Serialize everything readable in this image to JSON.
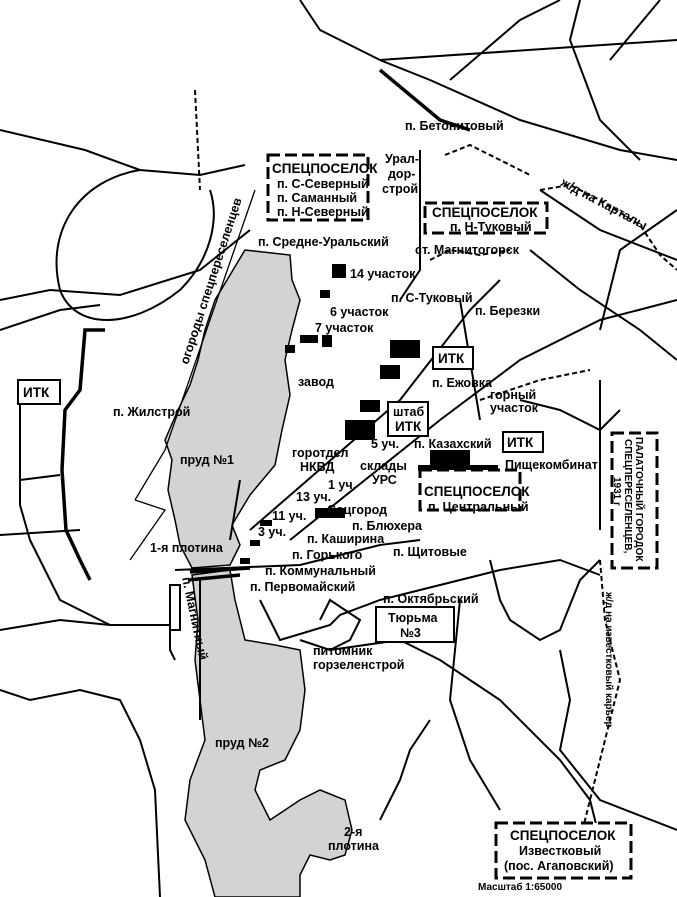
{
  "colors": {
    "pond": "#d3d3d3",
    "ink": "#000000",
    "background": "#ffffff"
  },
  "labels": {
    "betonitovy": "п. Бетонитовый",
    "uraldorstroy": [
      "Урал-",
      "дор-",
      "строй"
    ],
    "specposelok_north": {
      "title": "СПЕЦПОСЕЛОК",
      "lines": [
        "п. С-Северный",
        "п. Саманный",
        "п. Н-Северный"
      ]
    },
    "specposelok_ntukovy": {
      "title": "СПЕЦПОСЕЛОК",
      "lines": [
        "п. Н-Туковый"
      ]
    },
    "rail_kartaly": "ж/д на Карталы",
    "sredne_uralsky": "п. Средне-Уральский",
    "st_magnitogorsk": "ст. Магнитогорск",
    "uchastok14": "14 участок",
    "s_tukovy": "п. С-Туковый",
    "berezki": "п. Березки",
    "uchastok6": "6 участок",
    "uchastok7": "7 участок",
    "gardens": "огороды спецпереселенцев",
    "itk_left": "ИТК",
    "itk_top": "ИТК",
    "zavod": "завод",
    "ezhovka": "п. Ежовка",
    "gorny_uchastok": [
      "горный",
      "участок"
    ],
    "zhilstroy": "п. Жилстрой",
    "shtab_itk": [
      "штаб",
      "ИТК"
    ],
    "pond1": "пруд №1",
    "uch5": "5 уч.",
    "kazakhsky": "п. Казахский",
    "itk_right": "ИТК",
    "gorotdel_nkvd": [
      "горотдел",
      "НКВД"
    ],
    "sklady_urs": [
      "склады",
      "УРС"
    ],
    "pishchekombinat": "Пищекомбинат",
    "uch1": "1 уч.",
    "uch13": "13 уч.",
    "specposelok_central": {
      "title": "СПЕЦПОСЕЛОК",
      "lines": [
        "п. Центральный"
      ]
    },
    "sotsgorod": "Соцгород",
    "uch11": "11 уч.",
    "bluhera": "п. Блюхера",
    "uch3": "3 уч.",
    "kashirina": "п. Каширина",
    "dam1": "1-я плотина",
    "gorkogo": "п. Горького",
    "shchitovye": "п. Щитовые",
    "kommunalny": "п. Коммунальный",
    "pervomaysky": "п. Первомайский",
    "magnitny": "п. Магнитный",
    "oktyabrsky": "п. Октябрьский",
    "prison": [
      "Тюрьма",
      "№3"
    ],
    "pitomnik": [
      "питомник",
      "горзеленстрой"
    ],
    "tent_town": [
      "ПАЛАТОЧНЫЙ ГОРОДОК",
      "СПЕЦПЕРЕСЕЛЕНЦЕВ,",
      "1931 г"
    ],
    "rail_quarry": "ж/д на известковый карьер",
    "pond2": "пруд №2",
    "dam2": [
      "2-я",
      "плотина"
    ],
    "specposelok_izvestkovy": {
      "title": "СПЕЦПОСЕЛОК",
      "lines": [
        "Известковый",
        "(пос. Агаповский)"
      ]
    },
    "scale": "Масштаб  1:65000"
  }
}
